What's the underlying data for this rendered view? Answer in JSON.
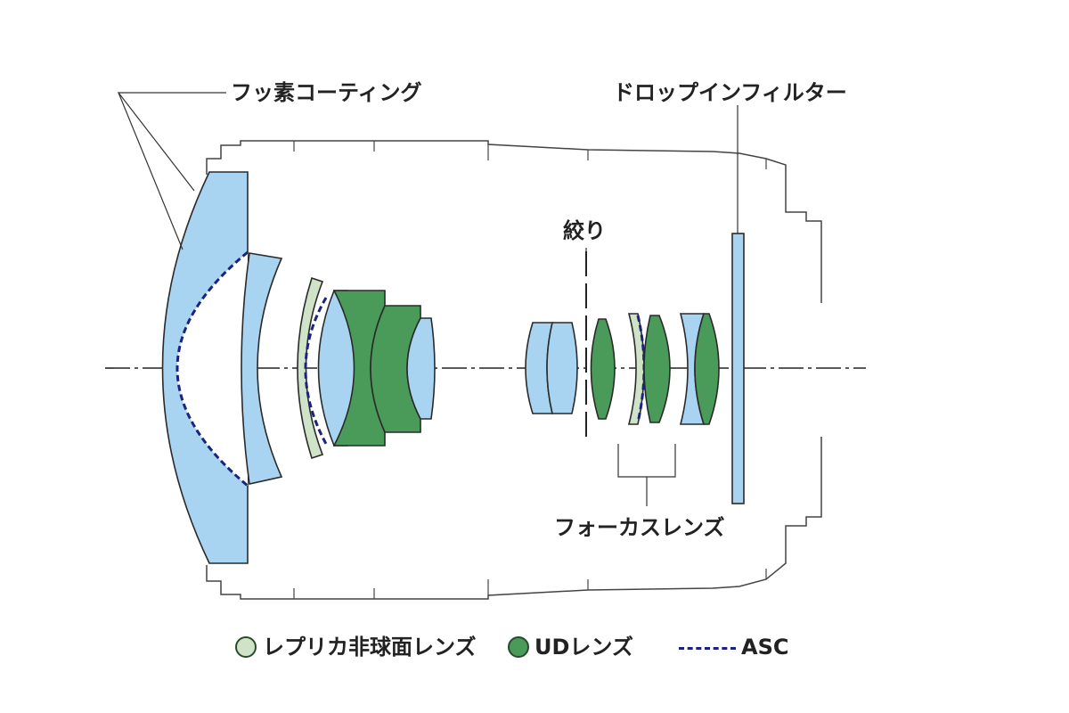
{
  "labels": {
    "fluorine_coating": "フッ素コーティング",
    "drop_in_filter": "ドロップインフィルター",
    "aperture": "絞り",
    "focus_lens": "フォーカスレンズ"
  },
  "legend": {
    "replica_aspherical": "レプリカ非球面レンズ",
    "ud_lens": "UDレンズ",
    "asc": "ASC"
  },
  "colors": {
    "glass_blue": "#a8d4f2",
    "ud_green": "#4a9a5a",
    "replica_green": "#cfe3c8",
    "asc_dash": "#1a237e",
    "outline": "#2a2a2a"
  }
}
